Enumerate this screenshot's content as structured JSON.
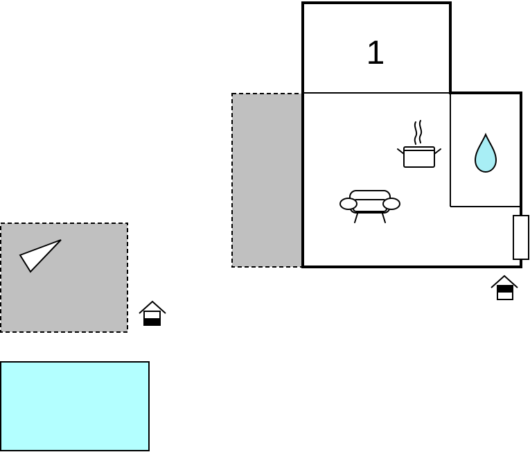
{
  "plan": {
    "rooms": [
      {
        "id": "bedroom",
        "label": "1"
      },
      {
        "id": "main-room",
        "label": ""
      },
      {
        "id": "bathroom",
        "label": ""
      }
    ],
    "icons": {
      "living": "sofa-icon",
      "kitchen": "cooking-pot-icon",
      "bathroom": "water-drop-icon",
      "entrance": "entrance-icon",
      "terrace": "sun-lounger-icon"
    }
  },
  "colors": {
    "wall": "#000000",
    "terrace": "#c0c0c0",
    "pool": "#b3ffff",
    "water": "#a8eef5",
    "background": "#ffffff"
  }
}
